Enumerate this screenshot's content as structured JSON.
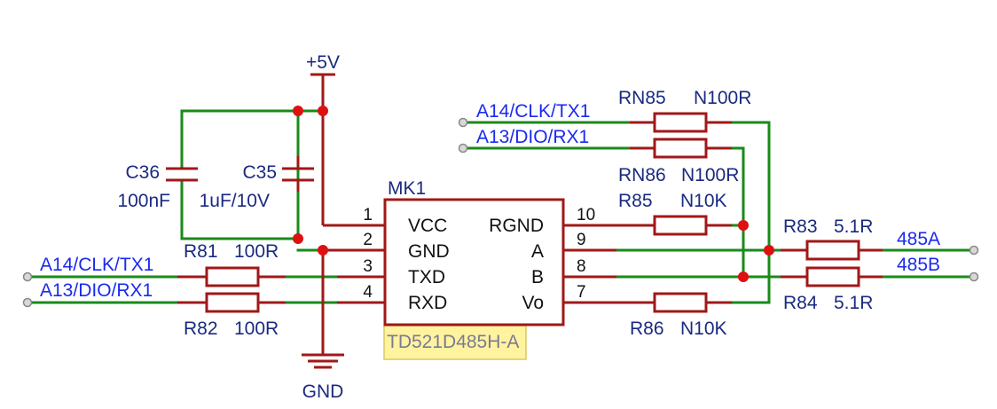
{
  "power": {
    "vcc_label": "+5V",
    "gnd_label": "GND"
  },
  "chip": {
    "ref": "MK1",
    "part": "TD521D485H-A",
    "pins": [
      {
        "num": "1",
        "name": "VCC"
      },
      {
        "num": "2",
        "name": "GND"
      },
      {
        "num": "3",
        "name": "TXD"
      },
      {
        "num": "4",
        "name": "RXD"
      },
      {
        "num": "10",
        "name": "RGND"
      },
      {
        "num": "9",
        "name": "A"
      },
      {
        "num": "8",
        "name": "B"
      },
      {
        "num": "7",
        "name": "Vo"
      }
    ]
  },
  "capacitors": [
    {
      "ref": "C36",
      "value": "100nF"
    },
    {
      "ref": "C35",
      "value": "1uF/10V"
    }
  ],
  "resistors": [
    {
      "ref": "R81",
      "value": "100R"
    },
    {
      "ref": "R82",
      "value": "100R"
    },
    {
      "ref": "RN85",
      "value": "N100R"
    },
    {
      "ref": "RN86",
      "value": "N100R"
    },
    {
      "ref": "R85",
      "value": "N10K"
    },
    {
      "ref": "R86",
      "value": "N10K"
    },
    {
      "ref": "R83",
      "value": "5.1R"
    },
    {
      "ref": "R84",
      "value": "5.1R"
    }
  ],
  "nets": {
    "left_tx": "A14/CLK/TX1",
    "left_rx": "A13/DIO/RX1",
    "top_tx": "A14/CLK/TX1",
    "top_rx": "A13/DIO/RX1",
    "out_a": "485A",
    "out_b": "485B"
  },
  "colors": {
    "wire": "#1a8a1a",
    "component": "#a01818",
    "label": "#1a2aee",
    "junction": "#dd1111"
  }
}
